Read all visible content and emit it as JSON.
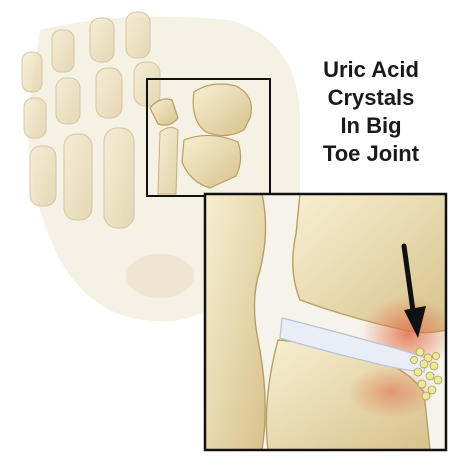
{
  "caption": {
    "lines": [
      "Uric Acid",
      "Crystals",
      "In Big",
      "Toe Joint"
    ]
  },
  "colors": {
    "bone_light": "#f3e7c4",
    "bone_mid": "#e6d39f",
    "bone_shadow": "#c7ae73",
    "cartilage": "#e9eef6",
    "inflammation": "#e07a55",
    "crystals": "#efe89a",
    "frame": "#111111",
    "arrow": "#111111"
  }
}
